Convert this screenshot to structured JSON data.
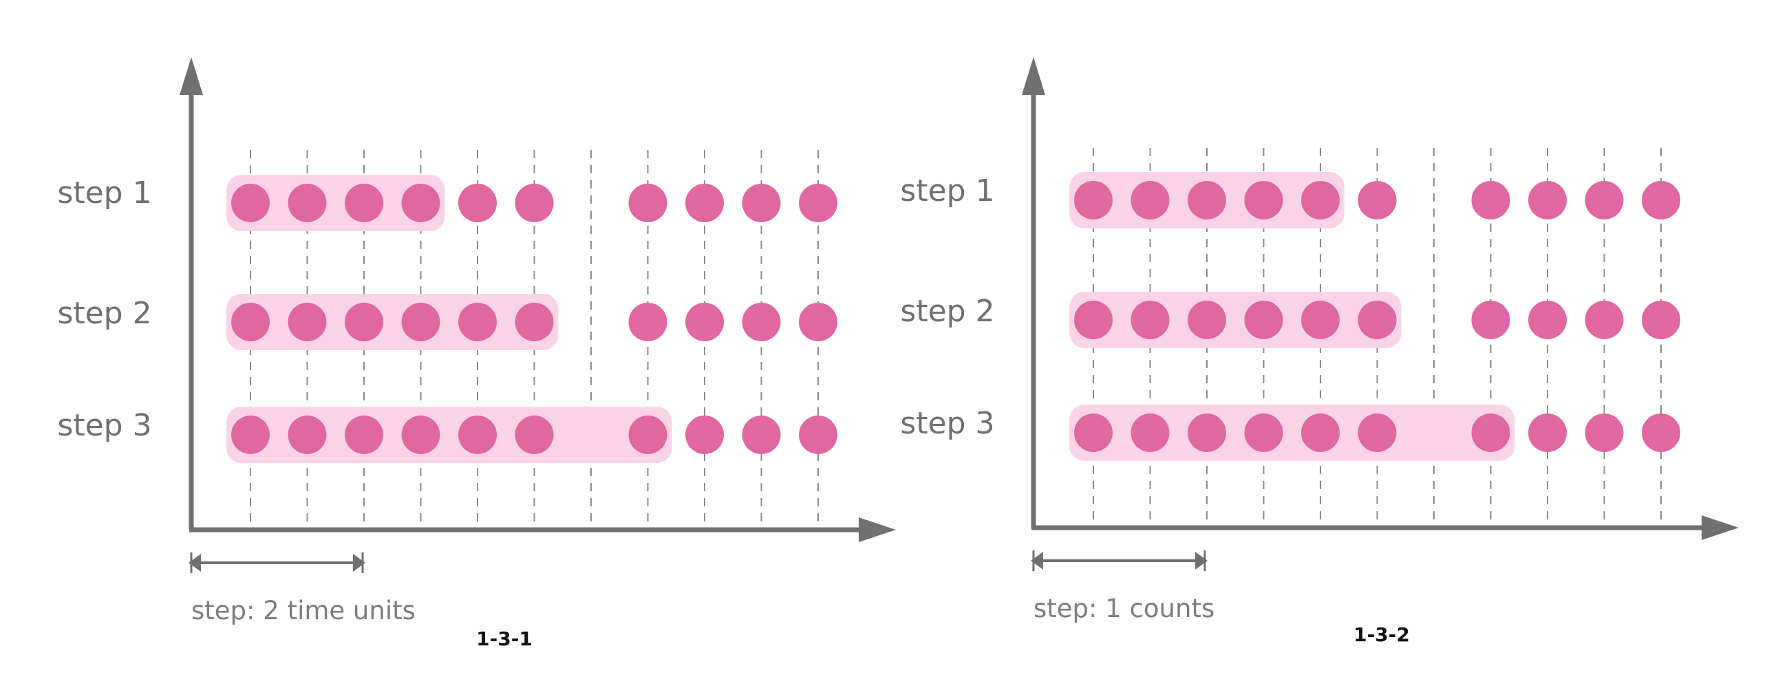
{
  "colors": {
    "axis": "#707070",
    "dot": "#e0679f",
    "window": "#fbd3e6",
    "gridline": "#8a8a8a",
    "label": "#6f6f6f"
  },
  "panels": [
    {
      "id": "1-3-1",
      "caption": "step: 2 time units",
      "rows": [
        {
          "label": "step 1",
          "dots": [
            0,
            1,
            2,
            3,
            4,
            5,
            7,
            8,
            9,
            10
          ],
          "window": [
            0,
            3
          ]
        },
        {
          "label": "step 2",
          "dots": [
            0,
            1,
            2,
            3,
            4,
            5,
            7,
            8,
            9,
            10
          ],
          "window": [
            0,
            5
          ]
        },
        {
          "label": "step 3",
          "dots": [
            0,
            1,
            2,
            3,
            4,
            5,
            7,
            8,
            9,
            10
          ],
          "window": [
            0,
            7
          ]
        }
      ]
    },
    {
      "id": "1-3-2",
      "caption": "step: 1 counts",
      "rows": [
        {
          "label": "step 1",
          "dots": [
            0,
            1,
            2,
            3,
            4,
            5,
            7,
            8,
            9,
            10
          ],
          "window": [
            0,
            4
          ]
        },
        {
          "label": "step 2",
          "dots": [
            0,
            1,
            2,
            3,
            4,
            5,
            7,
            8,
            9,
            10
          ],
          "window": [
            0,
            5
          ]
        },
        {
          "label": "step 3",
          "dots": [
            0,
            1,
            2,
            3,
            4,
            5,
            7,
            8,
            9,
            10
          ],
          "window": [
            0,
            7
          ]
        }
      ]
    }
  ]
}
